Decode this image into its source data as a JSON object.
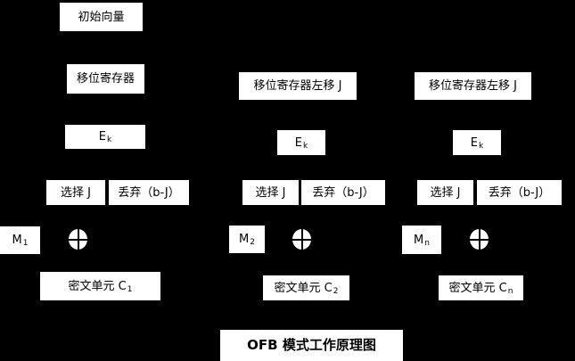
{
  "colors": {
    "background": "#000000",
    "box_fill": "#ffffff",
    "text": "#000000"
  },
  "title": "OFB 模式工作原理图",
  "columns": [
    {
      "id": "round-1",
      "initial_vector": "初始向量",
      "shift_register": "移位寄存器",
      "encrypt": {
        "base": "E",
        "sub": "k"
      },
      "select": "选择 J",
      "discard": "丢弃（b-J）",
      "message": {
        "base": "M",
        "sub": "1"
      },
      "ciphertext": {
        "base": "密文单元 C",
        "sub": "1"
      }
    },
    {
      "id": "round-2",
      "shift_register": "移位寄存器左移 J",
      "encrypt": {
        "base": "E",
        "sub": "k"
      },
      "select": "选择 J",
      "discard": "丢弃（b-J）",
      "message": {
        "base": "M",
        "sub": "2"
      },
      "ciphertext": {
        "base": "密文单元 C",
        "sub": "2"
      }
    },
    {
      "id": "round-n",
      "shift_register": "移位寄存器左移 J",
      "encrypt": {
        "base": "E",
        "sub": "k"
      },
      "select": "选择 J",
      "discard": "丢弃（b-J）",
      "message": {
        "base": "M",
        "sub": "n"
      },
      "ciphertext": {
        "base": "密文单元 C",
        "sub": "n"
      }
    }
  ],
  "icons": {
    "xor": "xor-circle"
  }
}
